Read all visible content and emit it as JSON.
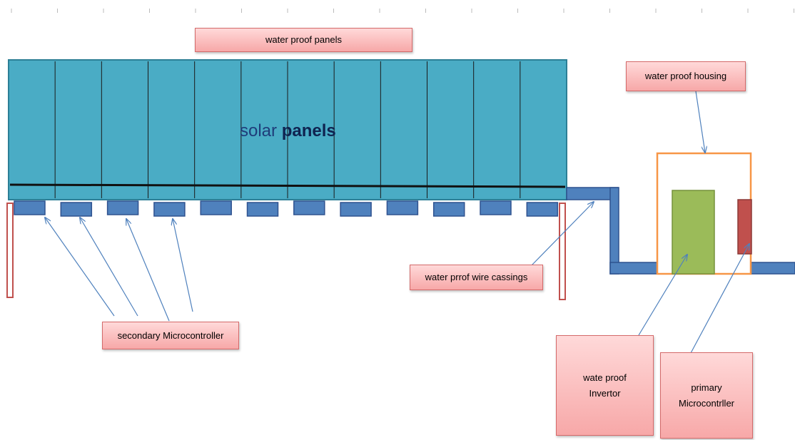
{
  "diagram": {
    "solar_panels_label_1": "solar",
    "solar_panels_label_2": "panels",
    "labels": {
      "waterproof_panels": "water proof  panels",
      "waterproof_housing": "water proof housing",
      "wire_casings": "water prrof wire cassings",
      "secondary_microcontroller": "secondary Microcontroller",
      "inverter_line1": "wate proof",
      "inverter_line2": "Invertor",
      "primary_line1": "primary",
      "primary_line2": "Microcontrller"
    },
    "panel_count": 12,
    "secondary_controller_count": 12,
    "colors": {
      "panel_fill": "#4aacc5",
      "panel_border": "#2c7f96",
      "controller_fill": "#4f81bd",
      "controller_border": "#2f528f",
      "housing_border": "#f79646",
      "inverter_fill": "#9bbb59",
      "primary_fill": "#c0504d",
      "label_fill": "#f7b4b4",
      "arrow": "#4f81bd"
    }
  }
}
